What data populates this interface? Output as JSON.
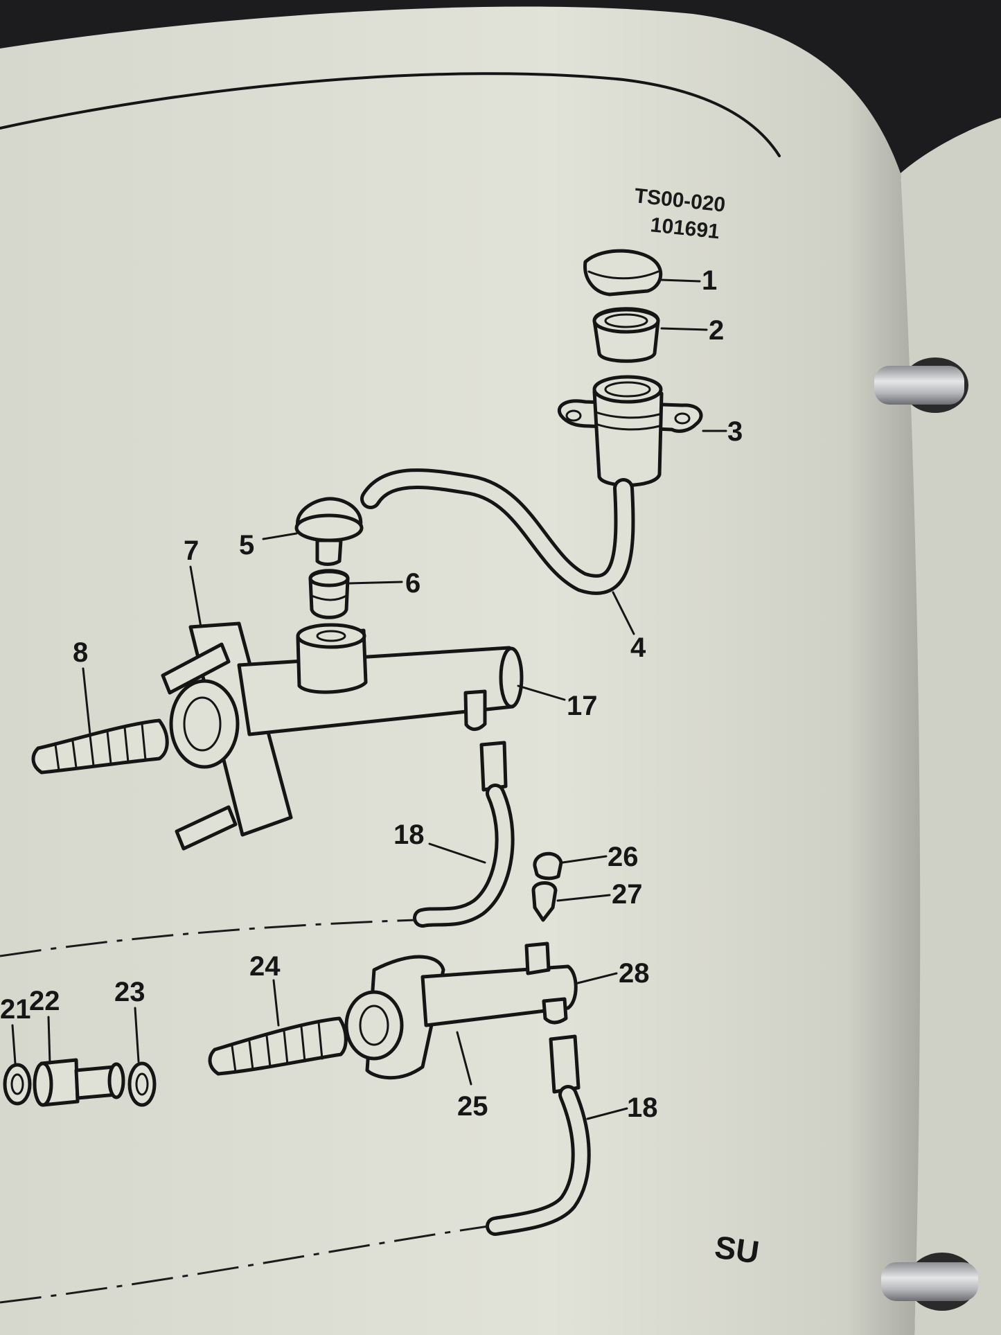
{
  "document": {
    "doc_code": "TS00-020",
    "doc_number": "101691",
    "brand_mark": "SU"
  },
  "callouts": {
    "c1": "1",
    "c2": "2",
    "c3": "3",
    "c4": "4",
    "c5": "5",
    "c6": "6",
    "c7": "7",
    "c8": "8",
    "c17": "17",
    "c18a": "18",
    "c18b": "18",
    "c21": "21",
    "c22": "22",
    "c23": "23",
    "c24": "24",
    "c25": "25",
    "c26": "26",
    "c27": "27",
    "c28": "28"
  },
  "colors": {
    "page": "#dfe0d6",
    "ink": "#151515",
    "background": "#1c1c1e"
  }
}
